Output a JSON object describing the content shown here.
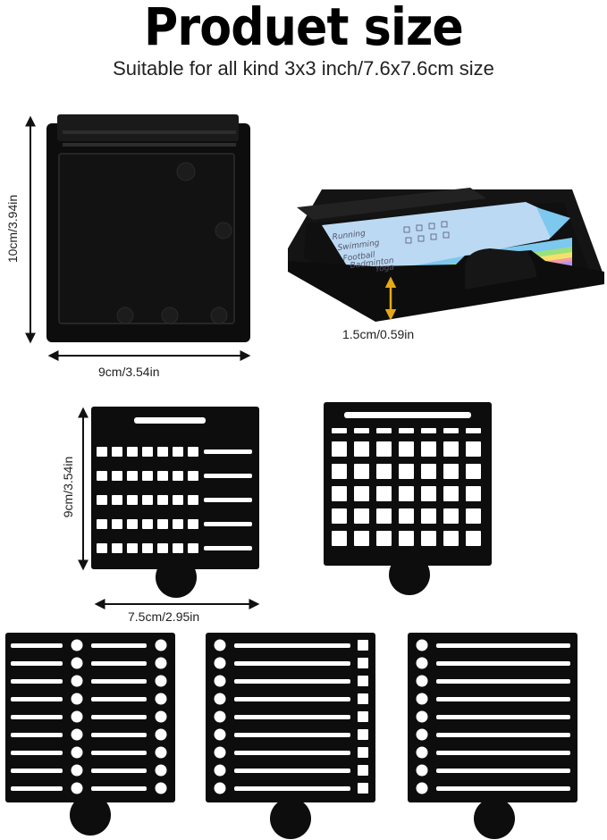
{
  "header": {
    "title": "Produet size",
    "subtitle": "Suitable for all kind 3x3 inch/7.6x7.6cm size"
  },
  "holder": {
    "height_label": "10cm/3.94in",
    "width_label": "9cm/3.54in",
    "depth_label": "1.5cm/0.59in"
  },
  "note": {
    "lines": [
      "Running",
      "Swimming",
      "Football",
      "Badminton",
      "Yoga"
    ]
  },
  "template": {
    "height_label": "9cm/3.54in",
    "width_label": "7.5cm/2.95in"
  },
  "colors": {
    "black": "#0d0d0d",
    "arrow": "#111111",
    "arrow_accent": "#e6a817",
    "note_blue": "#bcd9f4",
    "note_stack": [
      "#7cc8ef",
      "#9be07a",
      "#f4e16c",
      "#f49aa6",
      "#b794e6"
    ]
  }
}
